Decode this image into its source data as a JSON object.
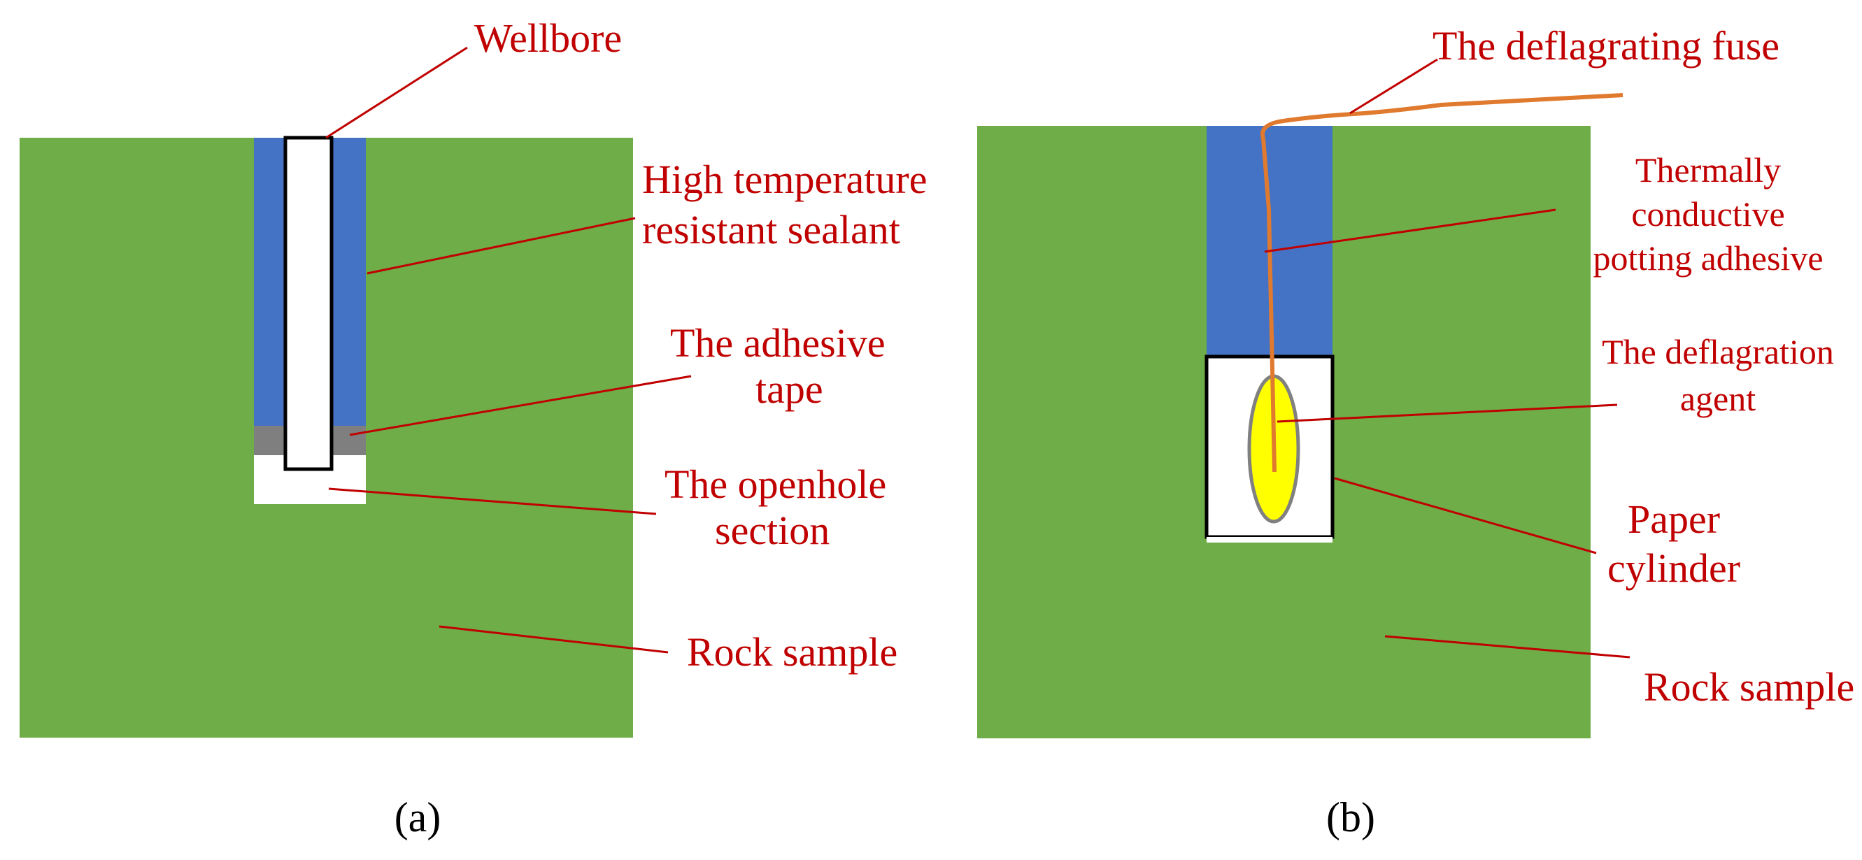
{
  "colors": {
    "rock": "#6ead47",
    "sealant": "#4472c4",
    "tape": "#7f7f7f",
    "label": "#c00000",
    "fuse": "#e07a2e",
    "agent": "#ffff00"
  },
  "panel_a": {
    "caption": "(a)",
    "labels": {
      "wellbore": "Wellbore",
      "sealant_line1": "High temperature",
      "sealant_line2": "resistant sealant",
      "tape_line1": "The adhesive",
      "tape_line2": "tape",
      "openhole_line1": "The openhole",
      "openhole_line2": "section",
      "rock": "Rock sample"
    }
  },
  "panel_b": {
    "caption": "(b)",
    "labels": {
      "fuse": "The deflagrating fuse",
      "potting_line1": "Thermally",
      "potting_line2": "conductive",
      "potting_line3": "potting adhesive",
      "agent_line1": "The deflagration",
      "agent_line2": "agent",
      "paper_line1": "Paper",
      "paper_line2": "cylinder",
      "rock": "Rock sample"
    }
  }
}
